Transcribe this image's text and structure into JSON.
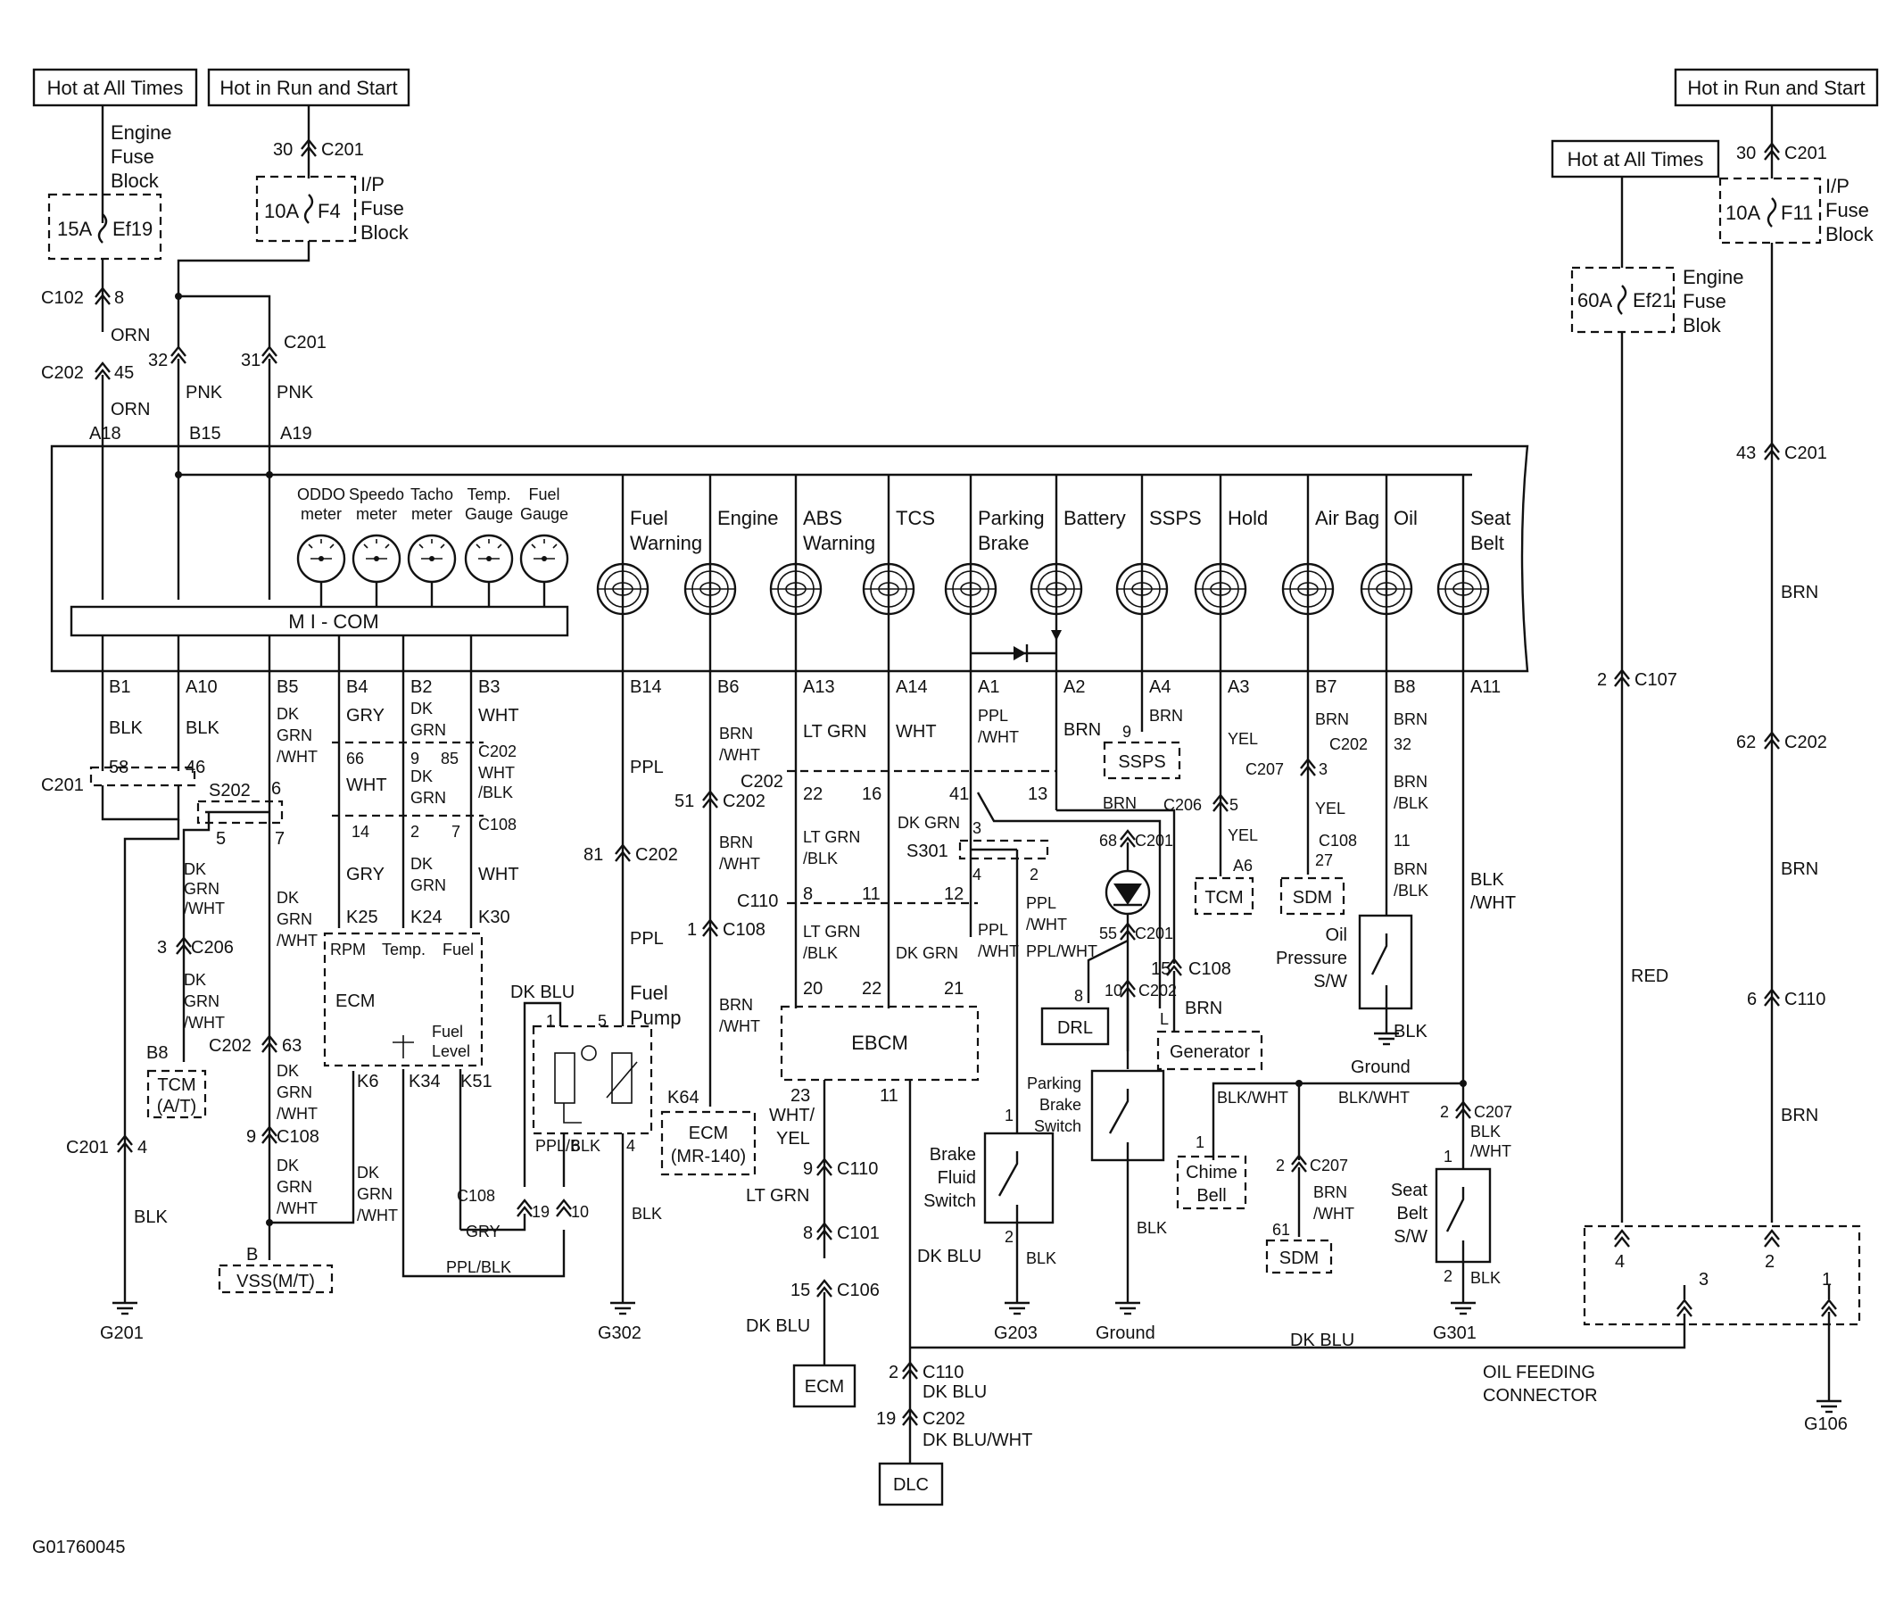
{
  "power": {
    "hot_all_times_left": "Hot at All Times",
    "hot_run_start_left": "Hot in Run and Start",
    "hot_run_start_right": "Hot in Run and Start",
    "hot_all_times_right": "Hot at All Times"
  },
  "fuses": {
    "engine_fuse_block": [
      "Engine",
      "Fuse",
      "Block"
    ],
    "ip_fuse_block": [
      "I/P",
      "Fuse",
      "Block"
    ],
    "ef19": {
      "rating": "15A",
      "id": "Ef19"
    },
    "f4": {
      "rating": "10A",
      "id": "F4"
    },
    "ef21": {
      "rating": "60A",
      "id": "Ef21"
    },
    "ef21_block": [
      "Engine",
      "Fuse",
      "Blok"
    ],
    "f11": {
      "rating": "10A",
      "id": "F11"
    }
  },
  "connectors": {
    "c102": "C102",
    "c201": "C201",
    "c202": "C202",
    "c206": "C206",
    "c207": "C207",
    "c108": "C108",
    "c110": "C110",
    "c101": "C101",
    "c106": "C106",
    "c107": "C107",
    "s202": "S202",
    "s301": "S301"
  },
  "wire_colors": {
    "orn": "ORN",
    "pnk": "PNK",
    "blk": "BLK",
    "gry": "GRY",
    "wht": "WHT",
    "ppl": "PPL",
    "brn": "BRN",
    "yel": "YEL",
    "red": "RED",
    "lt_grn": "LT GRN",
    "dk_grn": "DK GRN",
    "dk_blu": "DK BLU",
    "ppl_blk": "PPL/BLK",
    "blk_wht": "BLK/WHT",
    "dk_blu_wht": "DK BLU/WHT",
    "ppl_wht": "PPL/WHT",
    "brn_wht": "BRN /WHT",
    "lt_grn_blk": "LT GRN /BLK",
    "dk_grn_wht": [
      "DK",
      "GRN",
      "/WHT"
    ],
    "brn_blk": "BRN /BLK",
    "blk_wht2": "BLK /WHT",
    "wht_yel": [
      "WHT/",
      "YEL"
    ]
  },
  "cluster": {
    "gauges": [
      {
        "label": [
          "ODDO",
          "meter"
        ]
      },
      {
        "label": [
          "Speedo",
          "meter"
        ]
      },
      {
        "label": [
          "Tacho",
          "meter"
        ]
      },
      {
        "label": [
          "Temp.",
          "Gauge"
        ]
      },
      {
        "label": [
          "Fuel",
          "Gauge"
        ]
      }
    ],
    "micom": "M I - COM",
    "lamps": [
      {
        "label": [
          "Fuel",
          "Warning"
        ]
      },
      {
        "label": [
          "Engine"
        ]
      },
      {
        "label": [
          "ABS",
          "Warning"
        ]
      },
      {
        "label": [
          "TCS"
        ]
      },
      {
        "label": [
          "Parking",
          "Brake"
        ]
      },
      {
        "label": [
          "Battery"
        ]
      },
      {
        "label": [
          "SSPS"
        ]
      },
      {
        "label": [
          "Hold"
        ]
      },
      {
        "label": [
          "Air Bag"
        ]
      },
      {
        "label": [
          "Oil"
        ]
      },
      {
        "label": [
          "Seat",
          "Belt"
        ]
      }
    ],
    "top_pins": [
      "A18",
      "B15",
      "A19"
    ],
    "bottom_pins": [
      "B1",
      "A10",
      "B5",
      "B4",
      "B2",
      "B3",
      "B14",
      "B6",
      "A13",
      "A14",
      "A1",
      "A2",
      "A4",
      "A3",
      "B7",
      "B8",
      "A11"
    ]
  },
  "components": {
    "ecm": "ECM",
    "ecm_mr140": [
      "ECM",
      "(MR-140)"
    ],
    "ecm_box_labels": [
      "RPM",
      "Temp.",
      "Fuel"
    ],
    "fuel_level": [
      "Fuel",
      "Level"
    ],
    "fuel_pump": [
      "Fuel",
      "Pump"
    ],
    "ebcm": "EBCM",
    "tcm_at": [
      "TCM",
      "(A/T)"
    ],
    "tcm": "TCM",
    "vss": "VSS(M/T)",
    "ssps": "SSPS",
    "sdm": "SDM",
    "drl": "DRL",
    "generator": "Generator",
    "chime": [
      "Chime",
      "Bell"
    ],
    "brake_fluid": [
      "Brake",
      "Fluid",
      "Switch"
    ],
    "parking_brake_switch": [
      "Parking",
      "Brake",
      "Switch"
    ],
    "seat_belt_sw": [
      "Seat",
      "Belt",
      "S/W"
    ],
    "oil_pressure_sw": [
      "Oil",
      "Pressure",
      "S/W"
    ],
    "dlc": "DLC",
    "oil_feeding_connector": [
      "OIL FEEDING",
      "CONNECTOR"
    ]
  },
  "grounds": {
    "g201": "G201",
    "g302": "G302",
    "g203": "G203",
    "g301": "G301",
    "g106": "G106",
    "ground": "Ground"
  },
  "figure_id": "G01760045"
}
